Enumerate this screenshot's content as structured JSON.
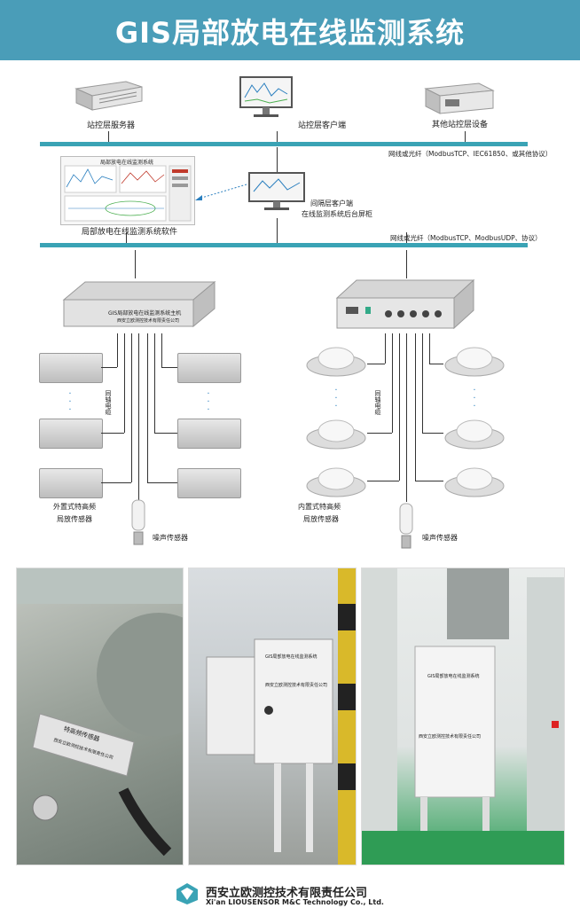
{
  "header": {
    "title": "GIS局部放电在线监测系统"
  },
  "station": {
    "server_label": "站控层服务器",
    "client_label": "站控层客户端",
    "other_label": "其他站控层设备",
    "bus_label": "网线或光纤（ModbusTCP、IEC61850、或其他协议）"
  },
  "bay": {
    "software_label": "局部放电在线监测系统软件",
    "client_label_1": "间隔层客户端",
    "client_label_2": "在线监测系统后台屏柜",
    "bus_label": "网线或光纤（ModbusTCP、ModbusUDP、协议）",
    "screen_title": "局部放电在线监测系统"
  },
  "process": {
    "left_unit_text": "GIS局部放电在线监测系统主机",
    "left_unit_sub": "西安立欧测控技术有限责任公司",
    "left_sensor_label_1": "外置式特高频",
    "left_sensor_label_2": "局放传感器",
    "right_sensor_label_1": "内置式特高频",
    "right_sensor_label_2": "局放传感器",
    "noise_label": "噪声传感器",
    "cable_label": "同轴电缆"
  },
  "photos": {
    "photo1_text_1": "特高频传感器",
    "photo1_text_2": "西安立欧测控技术有限责任公司",
    "photo2_text_1": "GIS局部放电在线监测系统",
    "photo2_text_2": "西安立欧测控技术有限责任公司",
    "photo3_text_1": "GIS局部放电在线监测系统",
    "photo3_text_2": "西安立欧测控技术有限责任公司"
  },
  "footer": {
    "company_cn": "西安立欧测控技术有限责任公司",
    "company_en": "Xi'an LIOUSENSOR M&C Technology Co., Ltd."
  },
  "colors": {
    "header_bg": "#4a9db8",
    "bus": "#3aa3b5",
    "accent_blue": "#2a7fbf"
  }
}
